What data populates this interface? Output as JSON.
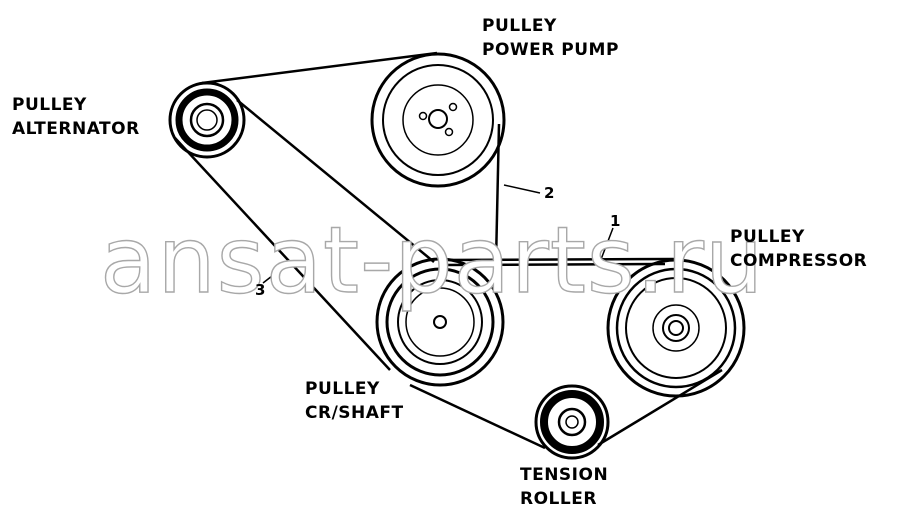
{
  "labels": {
    "power_pump": [
      "PULLEY",
      "POWER PUMP"
    ],
    "alternator": [
      "PULLEY",
      "ALTERNATOR"
    ],
    "compressor": [
      "PULLEY",
      "COMPRESSOR"
    ],
    "crankshaft": [
      "PULLEY",
      "CR/SHAFT"
    ],
    "tension_roller": [
      "TENSION",
      "ROLLER"
    ]
  },
  "callouts": {
    "belt_1": "1",
    "belt_2": "2",
    "belt_3": "3"
  },
  "watermark": "ansat-parts.ru"
}
